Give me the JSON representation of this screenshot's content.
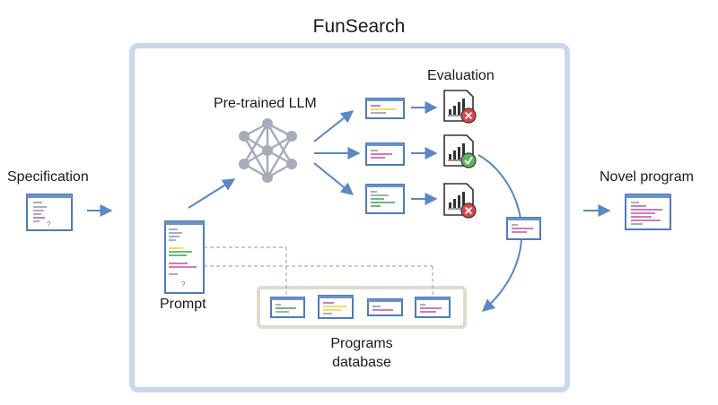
{
  "title": "FunSearch",
  "labels": {
    "specification": "Specification",
    "pretrained_llm": "Pre-trained LLM",
    "evaluation": "Evaluation",
    "novel_program": "Novel program",
    "prompt": "Prompt",
    "programs_database_line1": "Programs",
    "programs_database_line2": "database",
    "question_mark": "?"
  },
  "colors": {
    "frame": "#c9d8ec",
    "arrow": "#5b87c2",
    "doc_border": "#4e7bbb",
    "doc_header": "#6a92c8",
    "code_pink": "#c0509a",
    "code_yellow": "#e7cf3a",
    "code_green": "#3aa24d",
    "code_gray": "#8a93a6",
    "fail_red": "#d94848",
    "pass_green": "#5cb85c",
    "db_border": "#dcdcce",
    "dashed": "#8fb0d8"
  },
  "icons": {
    "network": "neural-network-icon",
    "eval_fail": "cross-icon",
    "eval_pass": "check-icon"
  },
  "evaluation_results": [
    "fail",
    "pass",
    "fail"
  ]
}
